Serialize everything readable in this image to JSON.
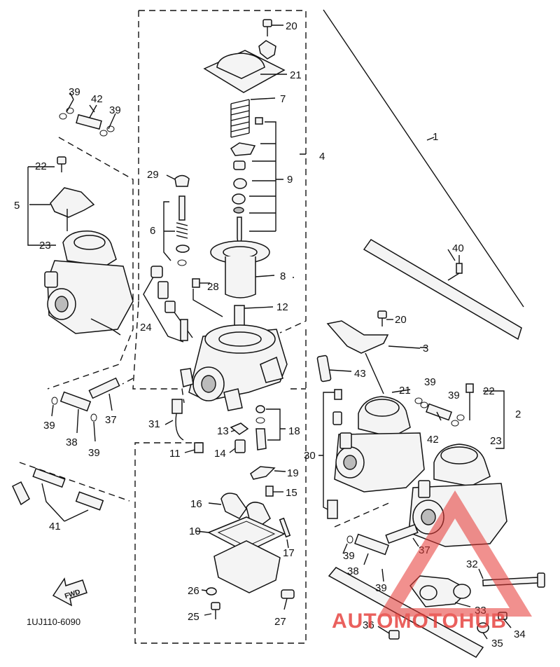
{
  "callouts": {
    "c1": "1",
    "c2": "2",
    "c3": "3",
    "c4": "4",
    "c5": "5",
    "c6": "6",
    "c7": "7",
    "c8": "8",
    "c9": "9",
    "c10": "10",
    "c11": "11",
    "c12": "12",
    "c13": "13",
    "c14": "14",
    "c15": "15",
    "c16": "16",
    "c17": "17",
    "c18": "18",
    "c19": "19",
    "c20a": "20",
    "c20b": "20",
    "c21a": "21",
    "c21b": "21",
    "c22a": "22",
    "c22b": "22",
    "c23a": "23",
    "c23b": "23",
    "c24": "24",
    "c25": "25",
    "c26": "26",
    "c27": "27",
    "c28": "28",
    "c29": "29",
    "c30": "30",
    "c31": "31",
    "c32": "32",
    "c33": "33",
    "c34": "34",
    "c35": "35",
    "c36": "36",
    "c37a": "37",
    "c37b": "37",
    "c38a": "38",
    "c38b": "38",
    "c39a": "39",
    "c39b": "39",
    "c39c": "39",
    "c39d": "39",
    "c39e": "39",
    "c39f": "39",
    "c39g": "39",
    "c40": "40",
    "c41": "41",
    "c42a": "42",
    "c42b": "42",
    "c43": "43"
  },
  "fwd_label": "FWD",
  "diagram_code": "1UJ110-6090",
  "watermark": {
    "text": "AUTOMOTOHUB",
    "color": "#e53935"
  }
}
